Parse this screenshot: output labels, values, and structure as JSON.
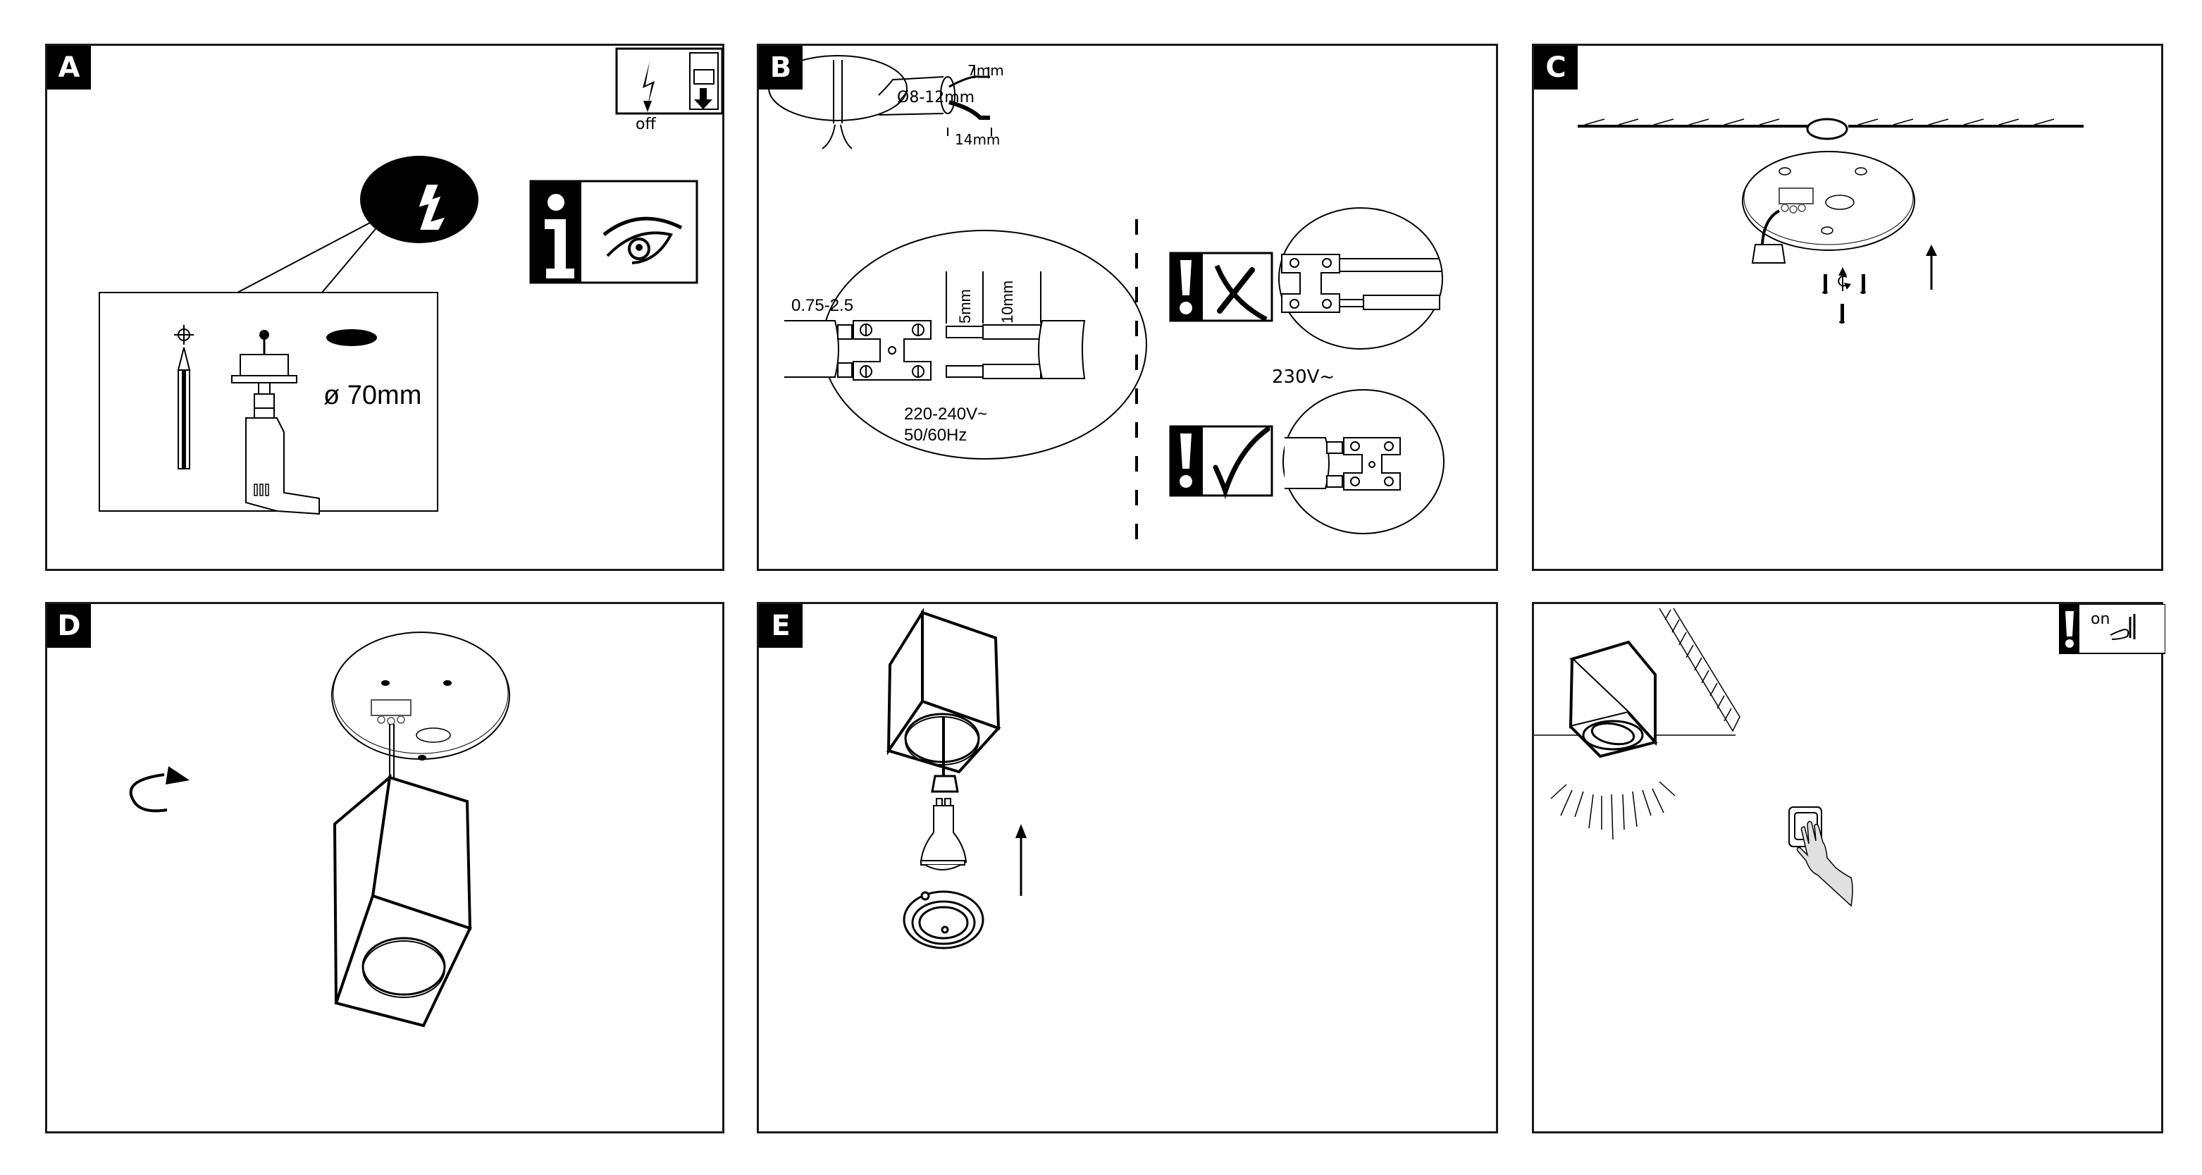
{
  "panels": [
    {
      "id": "A",
      "label": "A",
      "warning_box": {
        "text": "off",
        "icon": "power-off-icon"
      },
      "info_icon": "info-eye-icon",
      "hazard_icon": "electric-hazard-icon",
      "hole_diameter": "ø 70mm",
      "tools": [
        "pencil-icon",
        "hole-saw-drill-icon"
      ]
    },
    {
      "id": "B",
      "label": "B",
      "cable_diameter": "Ø8-12mm",
      "strip_length_inner": "7mm",
      "strip_length_outer": "14mm",
      "wire_cross_section": "0.75-2.5",
      "strip_5": "5mm",
      "strip_10": "10mm",
      "voltage_range": "220-240V~",
      "frequency": "50/60Hz",
      "mains_voltage": "230V~",
      "wrong_icon": "wrong-x-icon",
      "right_icon": "correct-check-icon"
    },
    {
      "id": "C",
      "label": "C",
      "icons": [
        "ceiling-icon",
        "mounting-plate-icon",
        "screw-icon",
        "rotate-screw-icon",
        "arrow-up-icon"
      ]
    },
    {
      "id": "D",
      "label": "D",
      "icons": [
        "rotate-clockwise-icon",
        "mounting-plate-icon",
        "lamp-housing-icon"
      ]
    },
    {
      "id": "E",
      "label": "E",
      "icons": [
        "lamp-housing-icon",
        "gu10-socket-icon",
        "gu10-bulb-icon",
        "bezel-ring-icon",
        "arrow-up-icon"
      ]
    },
    {
      "id": "F",
      "label": "",
      "warning_box": {
        "text": "on",
        "icon": "power-on-icon"
      },
      "icons": [
        "lamp-installed-icon",
        "light-rays-icon",
        "wall-switch-icon",
        "hand-icon"
      ]
    }
  ]
}
